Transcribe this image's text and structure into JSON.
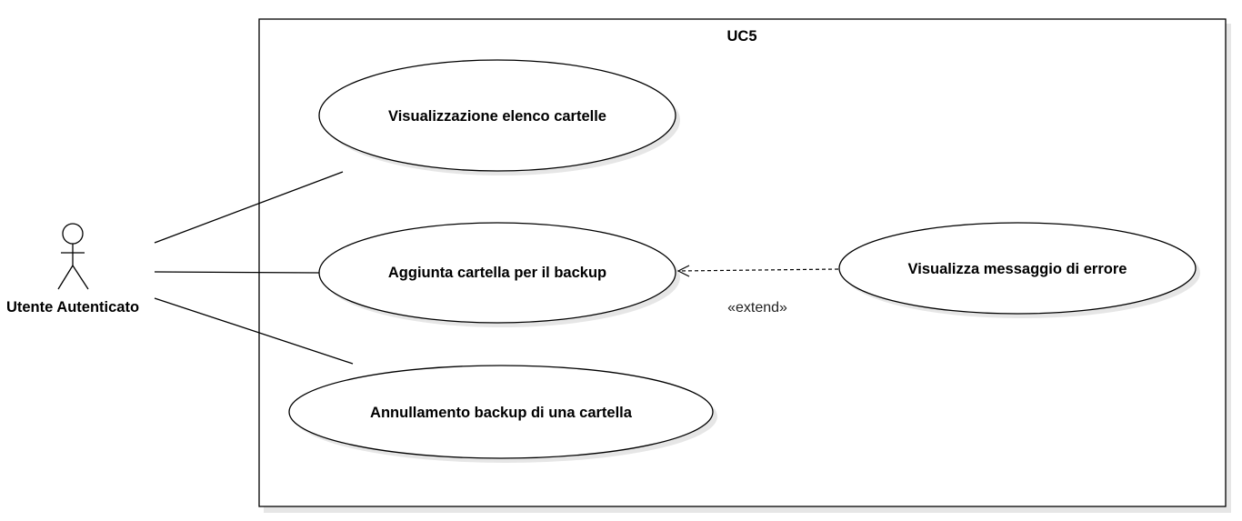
{
  "diagram": {
    "system_title": "UC5",
    "actor": {
      "label": "Utente Autenticato"
    },
    "use_cases": {
      "visualizzazione": "Visualizzazione elenco cartelle",
      "aggiunta": "Aggiunta cartella per il backup",
      "annullamento": "Annullamento backup di una cartella",
      "errore": "Visualizza messaggio di errore"
    },
    "relationships": {
      "extend_label": "«extend»"
    }
  }
}
